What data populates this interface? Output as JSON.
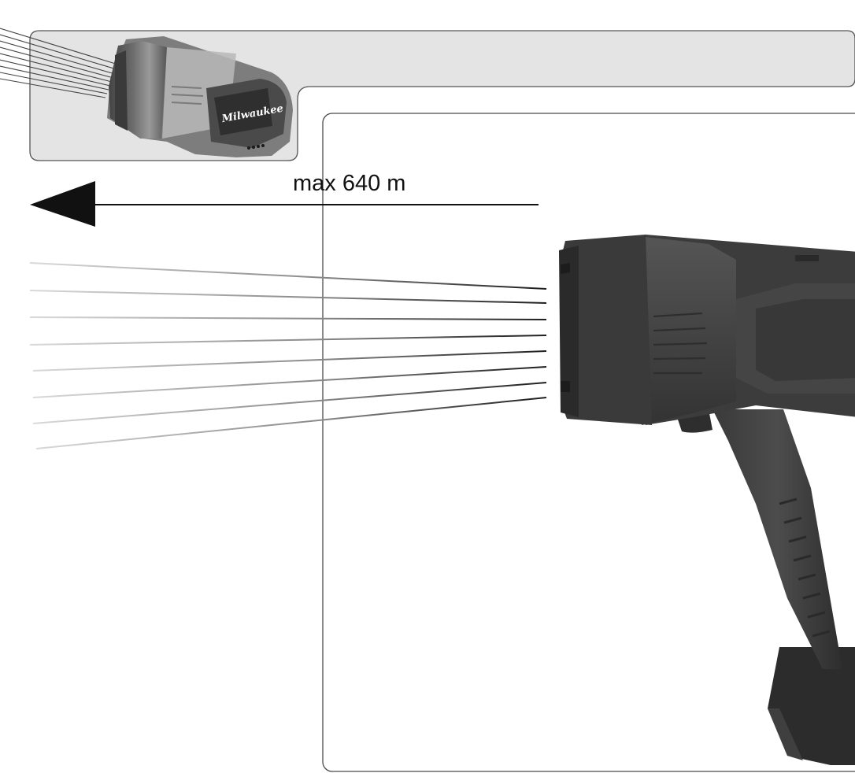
{
  "figure": {
    "range_text": "max 640 m",
    "brand_text": "Milwaukee",
    "subject": "handheld-spotlight",
    "colors": {
      "panel_fill": "#e4e4e4",
      "panel_stroke": "#555555",
      "frame_stroke": "#4a4a4a",
      "tool_body": "#3d3d3d",
      "tool_head": "#474747",
      "tool_dark": "#2a2a2a",
      "tool_light": "#5d5d5d",
      "arrow": "#111111",
      "beam_near": "#1e1e1e",
      "beam_far": "#cfcfcf"
    },
    "icons": [
      "left-arrow-icon",
      "light-beam-icon",
      "spotlight-icon"
    ]
  }
}
